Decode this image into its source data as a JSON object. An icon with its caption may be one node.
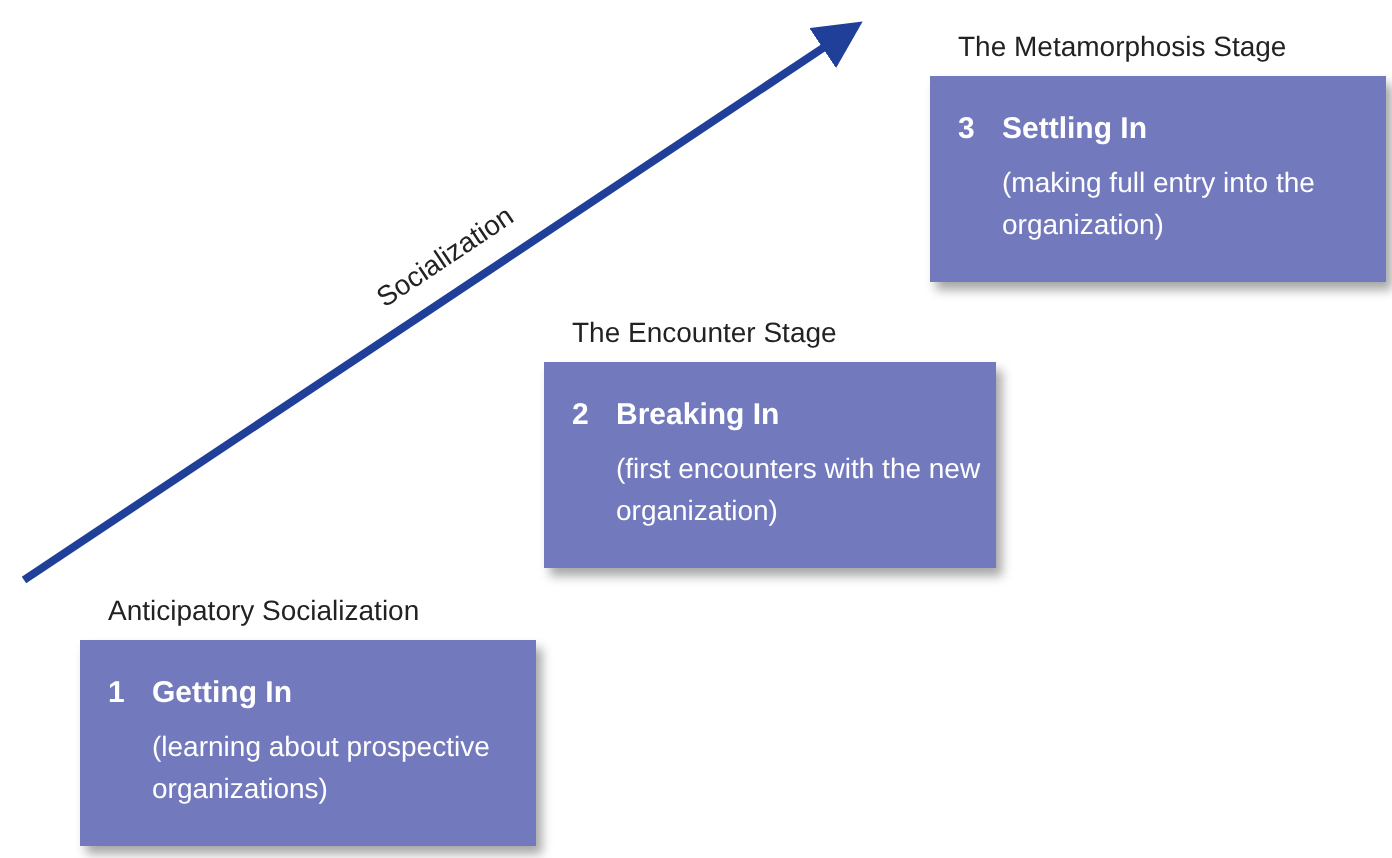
{
  "diagram": {
    "nodes": [
      {
        "text": [
          "Anticipatory Socialization",
          "1",
          "Getting In",
          "(learning about prospective organizations)"
        ]
      },
      {
        "text": [
          "The Encounter Stage",
          "2",
          "Breaking In",
          "(first encounters with the new organization)"
        ]
      },
      {
        "text": [
          "The Metamorphosis Stage",
          "3",
          "Settling In",
          "(making full entry into the organization)"
        ]
      }
    ],
    "labels": [
      "Socialization"
    ]
  }
}
